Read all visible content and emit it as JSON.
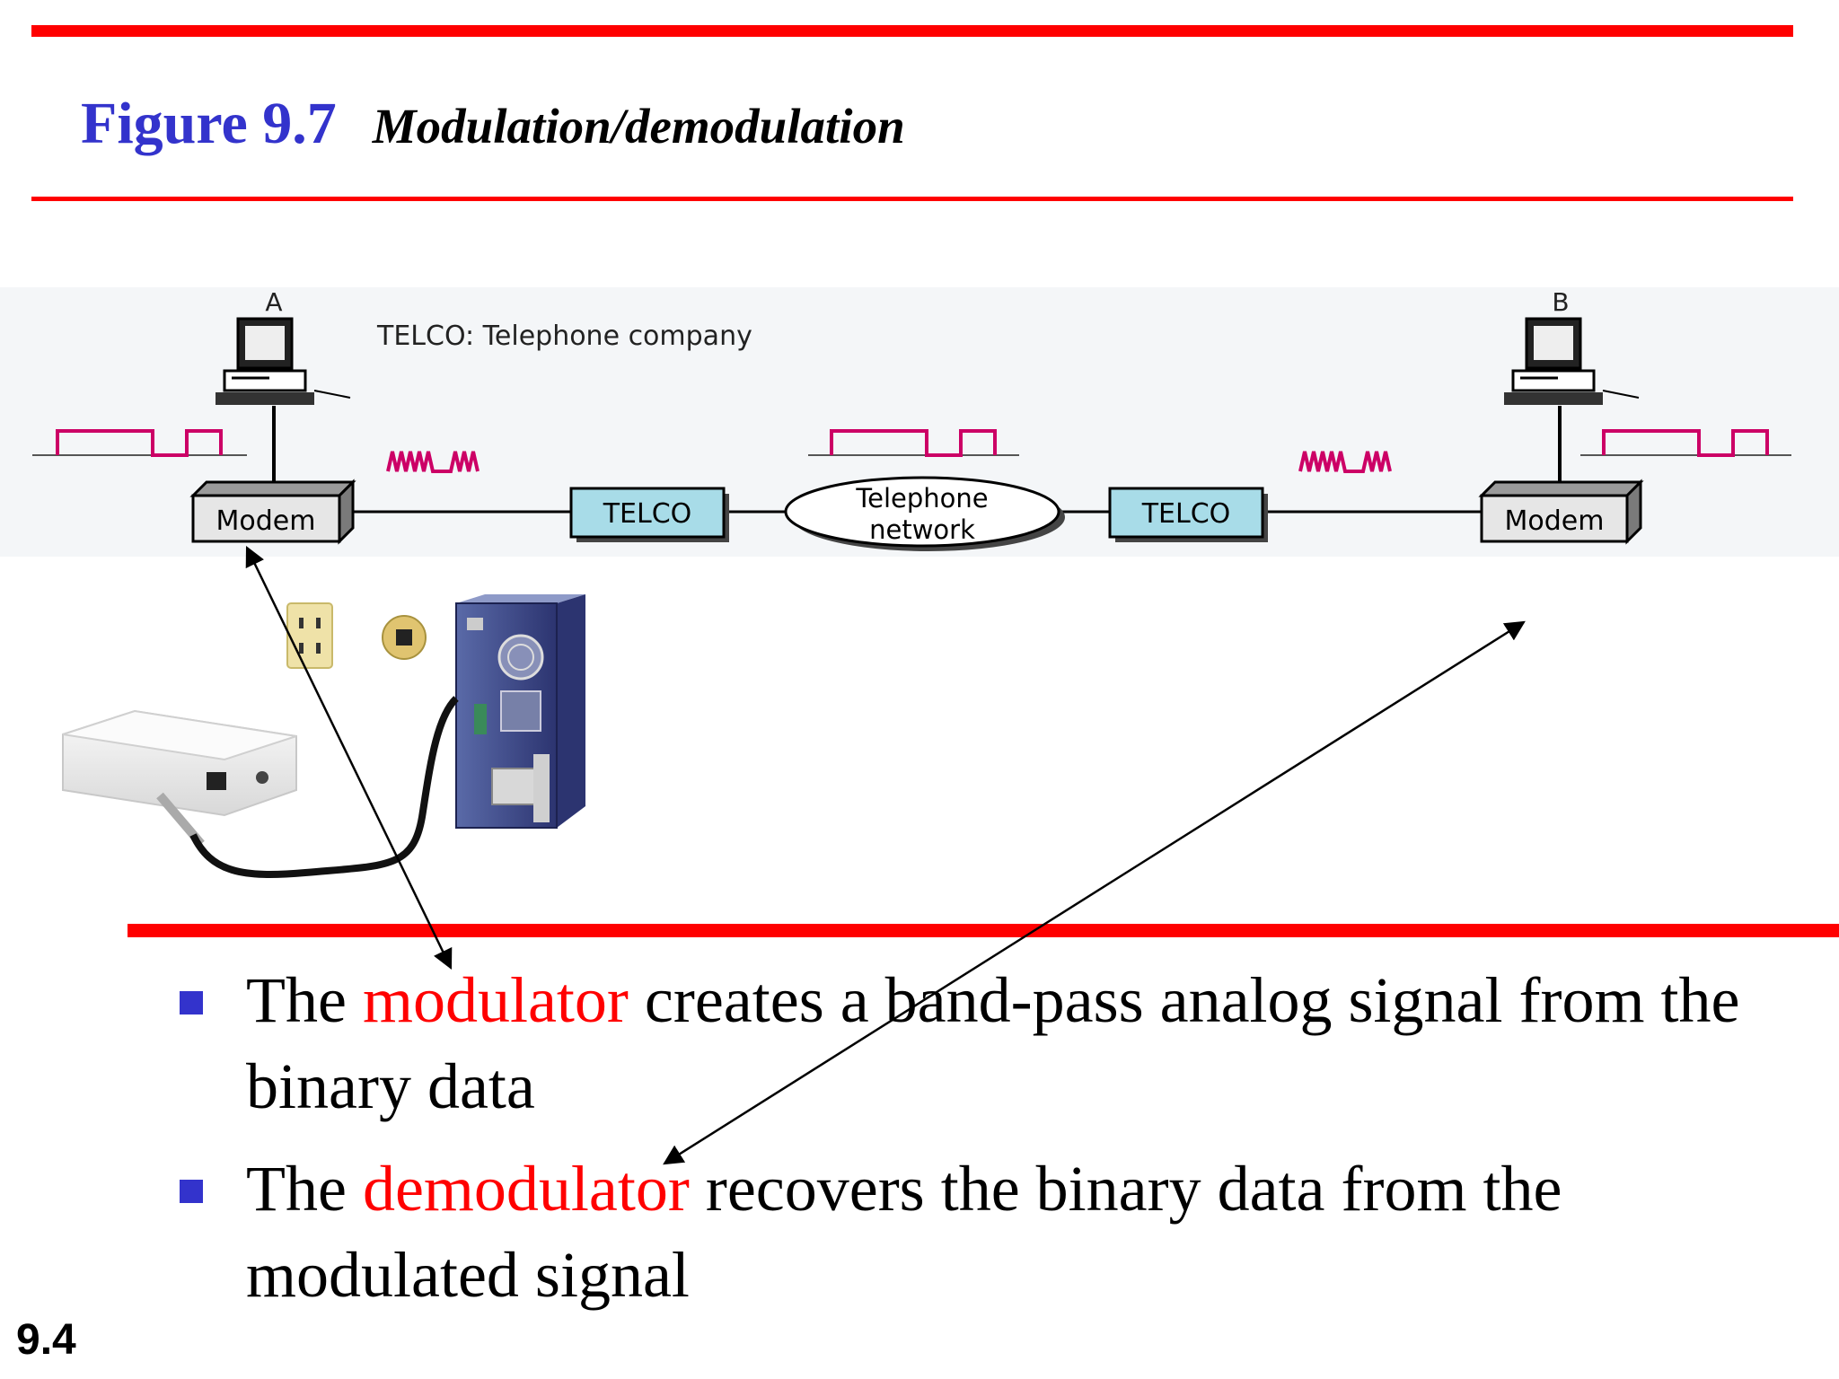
{
  "title": {
    "figure_number": "Figure 9.7",
    "caption": "Modulation/demodulation"
  },
  "diagram": {
    "station_a": "A",
    "station_b": "B",
    "legend": "TELCO: Telephone company",
    "modem_left": "Modem",
    "modem_right": "Modem",
    "telco_left": "TELCO",
    "telco_right": "TELCO",
    "network_line1": "Telephone",
    "network_line2": "network"
  },
  "bullets": [
    {
      "before": "The ",
      "highlight": "modulator",
      "after": " creates a band-pass analog signal from the binary data"
    },
    {
      "before": "The ",
      "highlight": "demodulator",
      "after": " recovers the binary data from the modulated signal"
    }
  ],
  "page_number": "9.4",
  "colors": {
    "rule": "#ff0000",
    "figure_number": "#3333cc",
    "highlight": "#ff0000",
    "telco_box": "#a8dce8",
    "modem_box": "#e0e0e0",
    "signal": "#cc0066",
    "bullet_marker": "#3333cc"
  }
}
